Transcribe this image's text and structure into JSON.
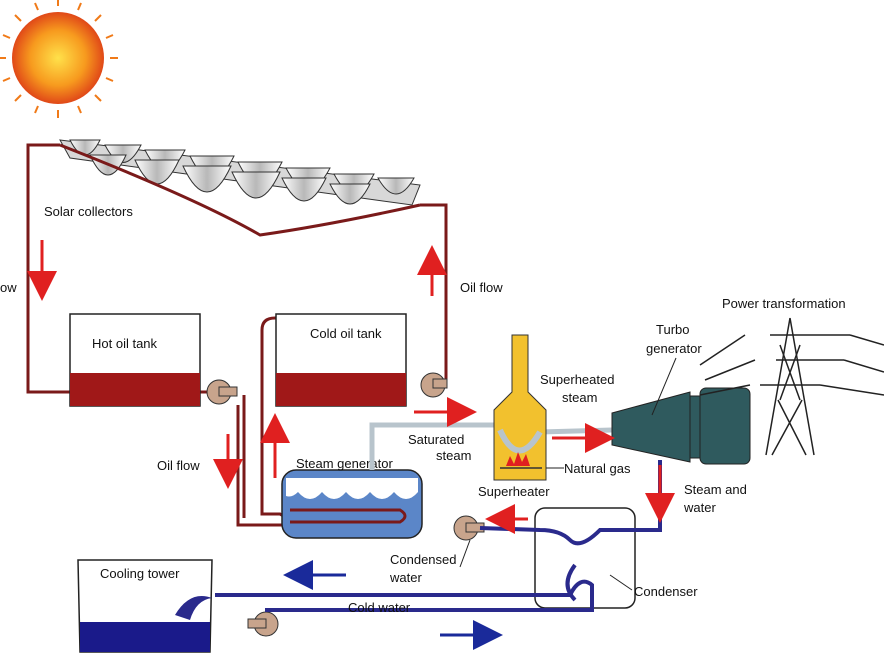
{
  "labels": {
    "solar_collectors": "Solar collectors",
    "flow_left": "ow",
    "oil_flow_right": "Oil flow",
    "oil_flow_left": "Oil flow",
    "hot_oil_tank": "Hot oil tank",
    "cold_oil_tank": "Cold oil tank",
    "steam_generator": "Steam generator",
    "saturated_steam": [
      "Saturated",
      "steam"
    ],
    "superheated_steam": [
      "Superheated",
      "steam"
    ],
    "natural_gas": "Natural gas",
    "superheater": "Superheater",
    "turbo_generator": [
      "Turbo",
      "generator"
    ],
    "power_transformation": "Power transformation",
    "steam_and_water": [
      "Steam and",
      "water"
    ],
    "condensed_water": [
      "Condensed",
      "water"
    ],
    "condenser": "Condenser",
    "cooling_tower": "Cooling tower",
    "cold_water": "Cold water"
  },
  "colors": {
    "background": "#000000",
    "oil_pipe": "#7a1a1a",
    "hot_oil": "#a01818",
    "flow_arrow": "#e02020",
    "water_pipe": "#2a2a8c",
    "steam_pipe": "#b8c4cc",
    "steam_generator": "#5b86c8",
    "superheater": "#f2c12e",
    "turbine": "#2f5a5e",
    "pump": "#c8a48c",
    "sun": "#f5a020",
    "tank": "#ffffff"
  }
}
